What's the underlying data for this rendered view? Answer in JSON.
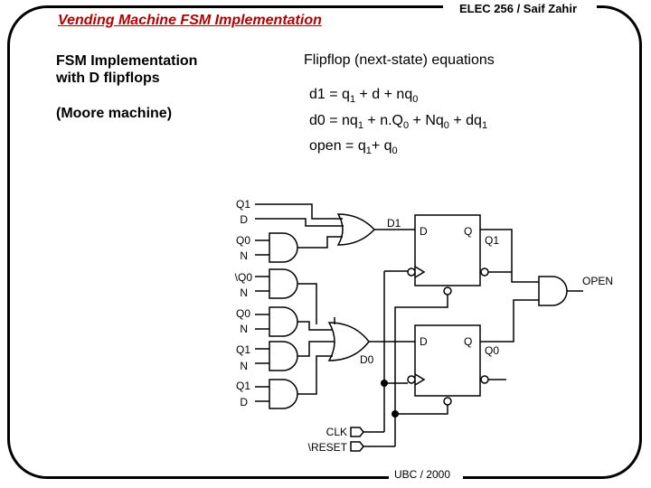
{
  "header": {
    "course": "ELEC 256 / Saif Zahir"
  },
  "title": "Vending Machine FSM Implementation",
  "left_heading": [
    "FSM Implementation",
    "with D flipflops"
  ],
  "machine_type": "(Moore machine)",
  "equations": {
    "heading": "Flipflop (next-state) equations",
    "d1": {
      "lhs": "d1 = q",
      "s1": "1",
      "m1": " + d + nq",
      "s2": "0"
    },
    "d0": {
      "lhs": "d0 = nq",
      "s1": "1",
      "m1": " + n.Q",
      "s2": "0",
      "m2": " + Nq",
      "s3": "0",
      "m3": " + dq",
      "s4": "1"
    },
    "open": {
      "lhs": "open = q",
      "s1": "1",
      "m1": "+  q",
      "s2": "0"
    }
  },
  "circuit": {
    "inputs": {
      "g1a": "Q1",
      "g1b": "D",
      "g2a": "Q0",
      "g2b": "N",
      "g3a": "\\Q0",
      "g3b": "N",
      "g4a": "Q0",
      "g4b": "N",
      "g5a": "Q1",
      "g5b": "N",
      "g6a": "Q1",
      "g6b": "D"
    },
    "signals": {
      "d1": "D1",
      "d0": "D0",
      "ff_d_top": "D",
      "ff_q_top": "Q",
      "ff_d_bot": "D",
      "ff_q_bot": "Q",
      "q1_out": "Q1",
      "q0_out": "Q0",
      "open": "OPEN",
      "clk": "CLK",
      "reset": "\\RESET"
    }
  },
  "footer": "UBC / 2000"
}
